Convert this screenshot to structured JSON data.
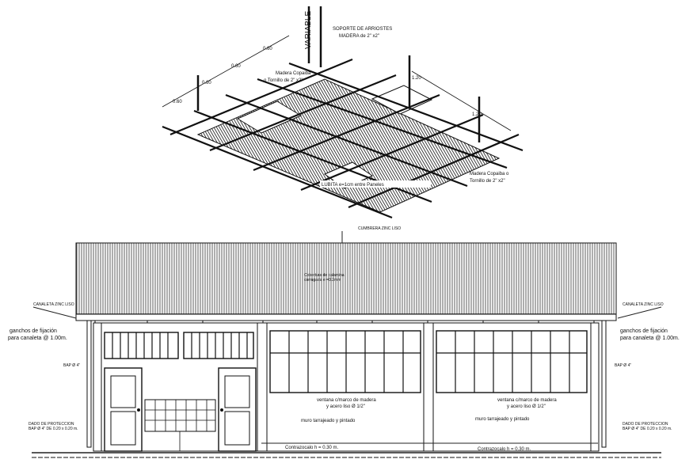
{
  "isometric": {
    "variable_label": "VARIABLE",
    "support_label_line1": "SOPORTE DE ARRIOSTES",
    "support_label_line2": "MADERA de 2\" x2\"",
    "wood_label_line1": "Madera Copaiba",
    "wood_label_line2": "o Tornillo de 2\" x2\"",
    "wood_label_b_line1": "Madera Copaiba o",
    "wood_label_b_line2": "Tornillo de 2\" x2\"",
    "panel_label": "LUBITA e=1cm entre Paneles",
    "dim_060": "0.60",
    "dim_120": "1.20"
  },
  "elevation": {
    "ridge_label": "CUMBRERA ZINC LISO",
    "roof_label_line1": "Cobertura de calamina",
    "roof_label_line2": "corrugada e =0.2mm",
    "gutter_left": "CANALETA ZINC LISO",
    "gutter_right": "CANALETA ZINC LISO",
    "hooks_left_line1": "ganchos de fijación",
    "hooks_left_line2": "para canaleta @ 1.00m.",
    "hooks_right_line1": "ganchos de fijación",
    "hooks_right_line2": "para canaleta @ 1.00m.",
    "bap_left": "BAP Ø 4\"",
    "bap_right": "BAP Ø 4\"",
    "protection_left_line1": "DADO DE PROTECCION",
    "protection_left_line2": "BAP Ø 4\" DE 0.20 x 0.20 m.",
    "protection_right_line1": "DADO DE PROTECCION",
    "protection_right_line2": "BAP Ø 4\" DE 0.20 x 0.20 m.",
    "window_label_left_line1": "ventana c/marco de madera",
    "window_label_left_line2": "y acero liso Ø 1/2\"",
    "window_label_right_line1": "ventana c/marco de madera",
    "window_label_right_line2": "y acero liso Ø 1/2\"",
    "wall_label_left": "muro tarrajeado y pintado",
    "wall_label_right": "muro tarrajeado y pintado",
    "plinth_left": "Contrazocalo h = 0.30 m.",
    "plinth_right": "Contrazocalo h = 0.30 m."
  }
}
